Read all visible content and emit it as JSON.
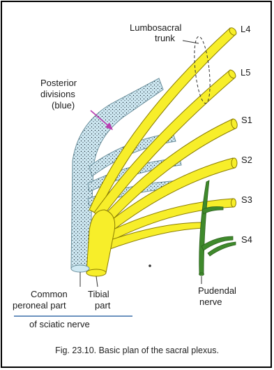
{
  "labels": {
    "lumbosacral_line1": "Lumbosacral",
    "lumbosacral_line2": "trunk",
    "posterior_line1": "Posterior",
    "posterior_line2": "divisions",
    "posterior_line3": "(blue)",
    "L4": "L4",
    "L5": "L5",
    "S1": "S1",
    "S2": "S2",
    "S3": "S3",
    "S4": "S4",
    "common_line1": "Common",
    "common_line2": "peroneal part",
    "tibial_line1": "Tibial",
    "tibial_line2": "part",
    "sciatic": "of sciatic nerve",
    "pudendal_line1": "Pudendal",
    "pudendal_line2": "nerve"
  },
  "caption": "Fig. 23.10. Basic plan of the sacral plexus.",
  "colors": {
    "tibial": "#f7ee2a",
    "tibial_outline": "#8a7d00",
    "peroneal": "#cfe9f3",
    "peroneal_outline": "#6a8f9c",
    "pudendal": "#3f8a2c",
    "underline": "#3a6fa8",
    "arrow": "#b83db0"
  }
}
